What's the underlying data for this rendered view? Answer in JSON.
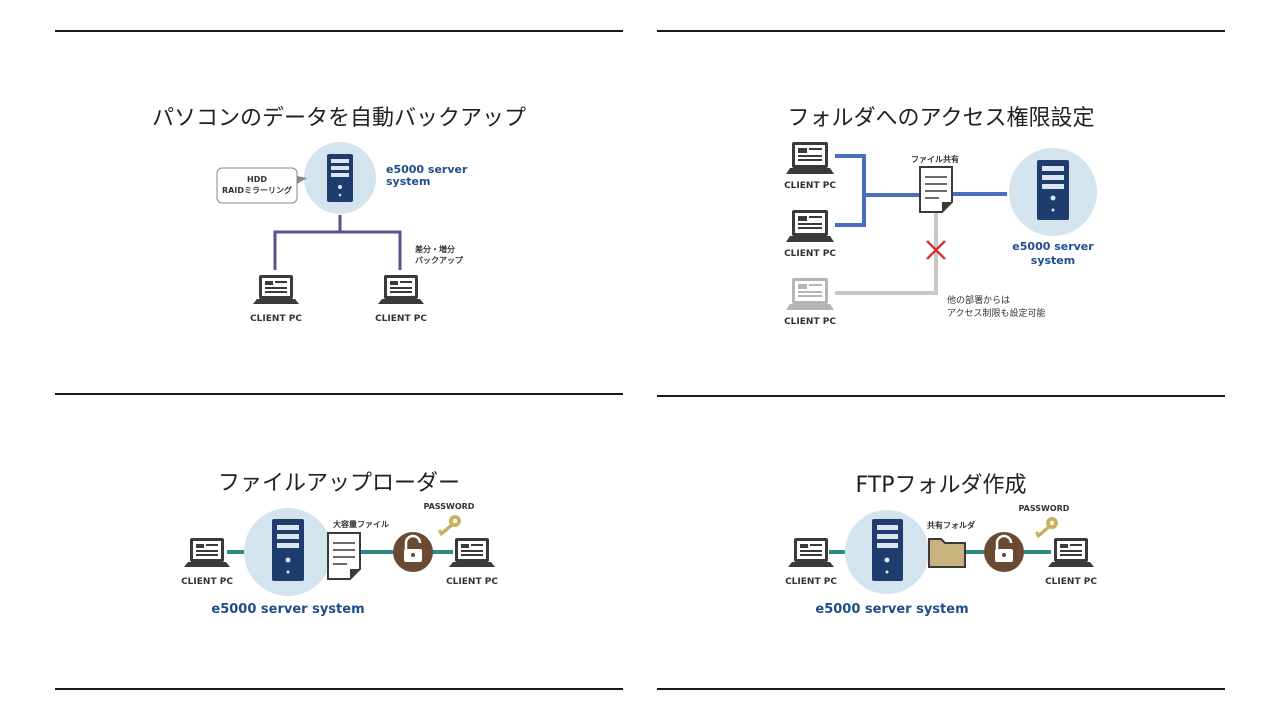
{
  "panels": {
    "backup": {
      "title": "パソコンのデータを自動バックアップ",
      "callout": [
        "HDD",
        "RAIDミラーリング"
      ],
      "server_label": [
        "e5000 server",
        "system"
      ],
      "line_note": [
        "差分・増分",
        "バックアップ"
      ],
      "clients": [
        "CLIENT PC",
        "CLIENT PC"
      ]
    },
    "access": {
      "title": "フォルダへのアクセス権限設定",
      "clients": [
        "CLIENT PC",
        "CLIENT PC",
        "CLIENT PC"
      ],
      "share_label": "ファイル共有",
      "server_label": [
        "e5000 server",
        "system"
      ],
      "note": [
        "他の部署からは",
        "アクセス制限も設定可能"
      ]
    },
    "uploader": {
      "title": "ファイルアップローダー",
      "file_label": "大容量ファイル",
      "password_label": "PASSWORD",
      "clients": [
        "CLIENT PC",
        "CLIENT PC"
      ],
      "server_label": "e5000 server system"
    },
    "ftp": {
      "title": "FTPフォルダ作成",
      "folder_label": "共有フォルダ",
      "password_label": "PASSWORD",
      "clients": [
        "CLIENT PC",
        "CLIENT PC"
      ],
      "server_label": "e5000 server system"
    }
  },
  "colors": {
    "server_dark": "#1e3d6e",
    "server_circle": "#d3e4ef",
    "line_purple": "#5b4f8f",
    "line_blue": "#4a6fc1",
    "line_gray": "#c8c8c8",
    "line_teal": "#2e8a84",
    "lock_brown": "#6b4a33",
    "key_gold": "#c9b25f",
    "folder_tan": "#c8b27e",
    "cross_red": "#c83a3a"
  }
}
